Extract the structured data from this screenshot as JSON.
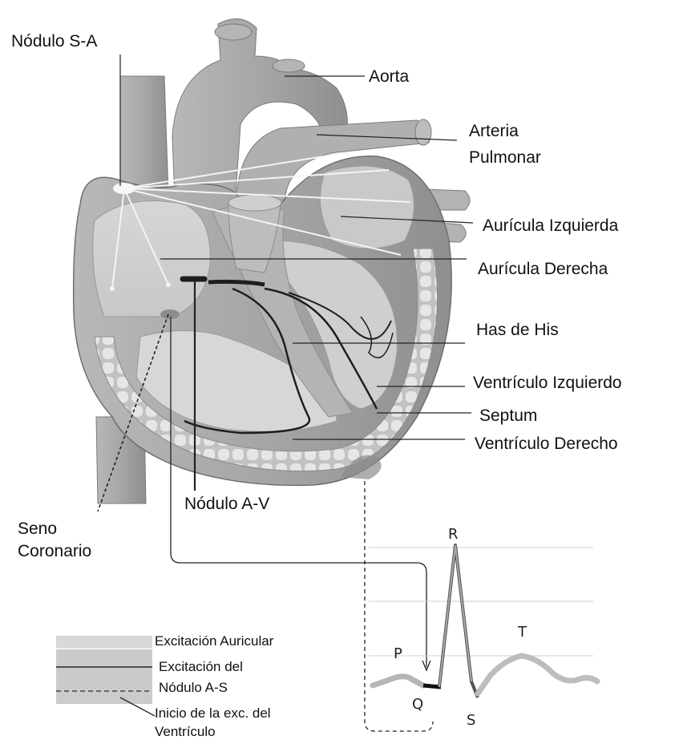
{
  "labels": {
    "nodulo_sa": "Nódulo S-A",
    "aorta": "Aorta",
    "arteria": "Arteria",
    "pulmonar": "Pulmonar",
    "auricula_izquierda": "Aurícula Izquierda",
    "auricula_derecha": "Aurícula Derecha",
    "has_de_his": "Has de His",
    "ventriculo_izquierdo": "Ventrículo Izquierdo",
    "septum": "Septum",
    "ventriculo_derecho": "Ventrículo Derecho",
    "nodulo_av": "Nódulo A-V",
    "seno": "Seno",
    "coronario": "Coronario"
  },
  "legend": {
    "excitacion_auricular": "Excitación Auricular",
    "excitacion_del": "Excitación del",
    "nodulo_as": "Nódulo A-S",
    "inicio": "Inicio de la exc. del",
    "ventriculo": "Ventrículo"
  },
  "ecg": {
    "p": "P",
    "q": "Q",
    "r": "R",
    "s": "S",
    "t": "T"
  },
  "colors": {
    "tissue": "#9a9a9a",
    "tissue_light": "#c4c4c4",
    "chamber": "#d9d9d9",
    "line": "#222222"
  }
}
